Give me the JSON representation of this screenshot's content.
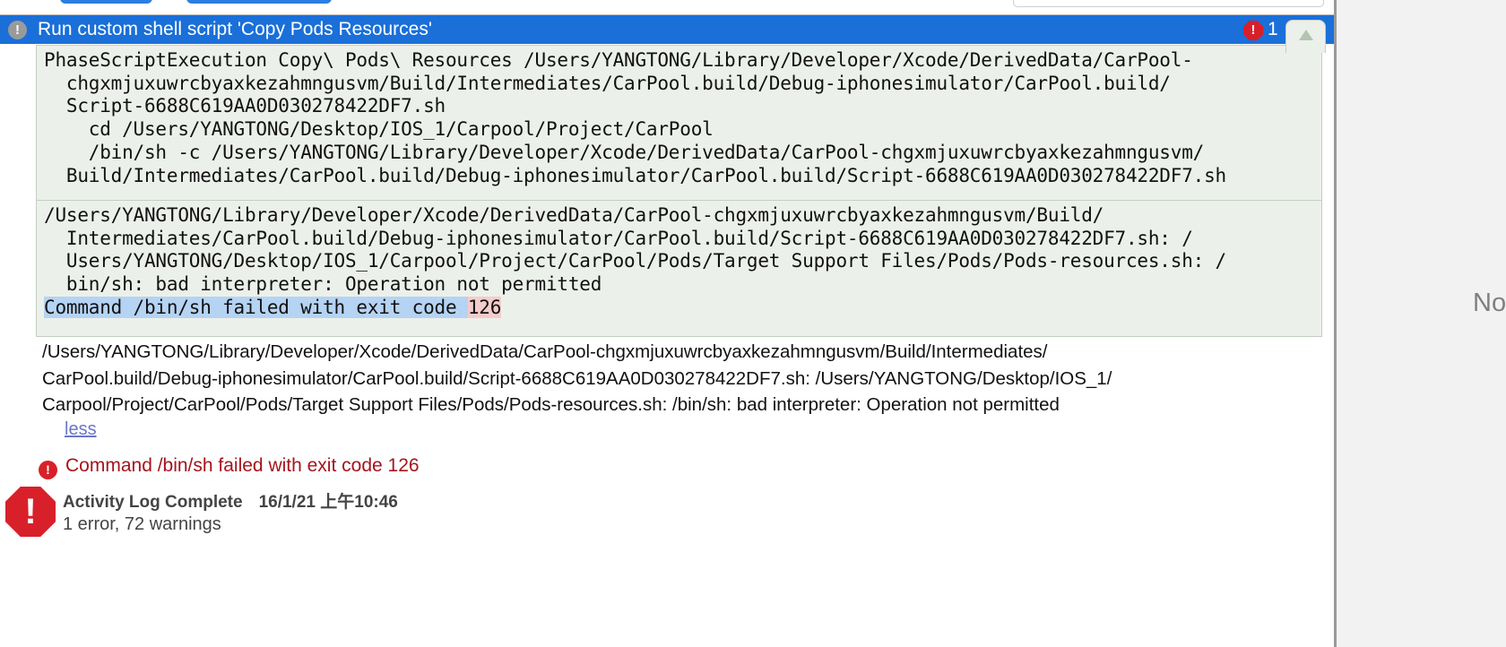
{
  "header": {
    "title": "Run custom shell script 'Copy Pods Resources'",
    "error_count": "1"
  },
  "command_box": {
    "lines": [
      "PhaseScriptExecution Copy\\ Pods\\ Resources /Users/YANGTONG/Library/Developer/Xcode/DerivedData/CarPool-",
      "  chgxmjuxuwrcbyaxkezahmngusvm/Build/Intermediates/CarPool.build/Debug-iphonesimulator/CarPool.build/",
      "  Script-6688C619AA0D030278422DF7.sh",
      "    cd /Users/YANGTONG/Desktop/IOS_1/Carpool/Project/CarPool",
      "    /bin/sh -c /Users/YANGTONG/Library/Developer/Xcode/DerivedData/CarPool-chgxmjuxuwrcbyaxkezahmngusvm/",
      "  Build/Intermediates/CarPool.build/Debug-iphonesimulator/CarPool.build/Script-6688C619AA0D030278422DF7.sh"
    ]
  },
  "output_box": {
    "lines": [
      "/Users/YANGTONG/Library/Developer/Xcode/DerivedData/CarPool-chgxmjuxuwrcbyaxkezahmngusvm/Build/",
      "  Intermediates/CarPool.build/Debug-iphonesimulator/CarPool.build/Script-6688C619AA0D030278422DF7.sh: /",
      "  Users/YANGTONG/Desktop/IOS_1/Carpool/Project/CarPool/Pods/Target Support Files/Pods/Pods-resources.sh: /",
      "  bin/sh: bad interpreter: Operation not permitted"
    ],
    "failed_text": "Command /bin/sh failed with exit code",
    "exit_code": "126"
  },
  "message": {
    "lines": [
      "/Users/YANGTONG/Library/Developer/Xcode/DerivedData/CarPool-chgxmjuxuwrcbyaxkezahmngusvm/Build/Intermediates/",
      "CarPool.build/Debug-iphonesimulator/CarPool.build/Script-6688C619AA0D030278422DF7.sh: /Users/YANGTONG/Desktop/IOS_1/",
      "Carpool/Project/CarPool/Pods/Target Support Files/Pods/Pods-resources.sh: /bin/sh: bad interpreter: Operation not permitted"
    ],
    "less_link": "less"
  },
  "error_line": "Command /bin/sh failed with exit code 126",
  "activity": {
    "title": "Activity Log Complete",
    "date": "16/1/21 上午10:46",
    "summary": "1 error, 72 warnings"
  },
  "side_panel": {
    "text": "No"
  },
  "colors": {
    "header_blue": "#1a6fd8",
    "error_red": "#d8202a",
    "box_bg": "#ecf0ea"
  }
}
